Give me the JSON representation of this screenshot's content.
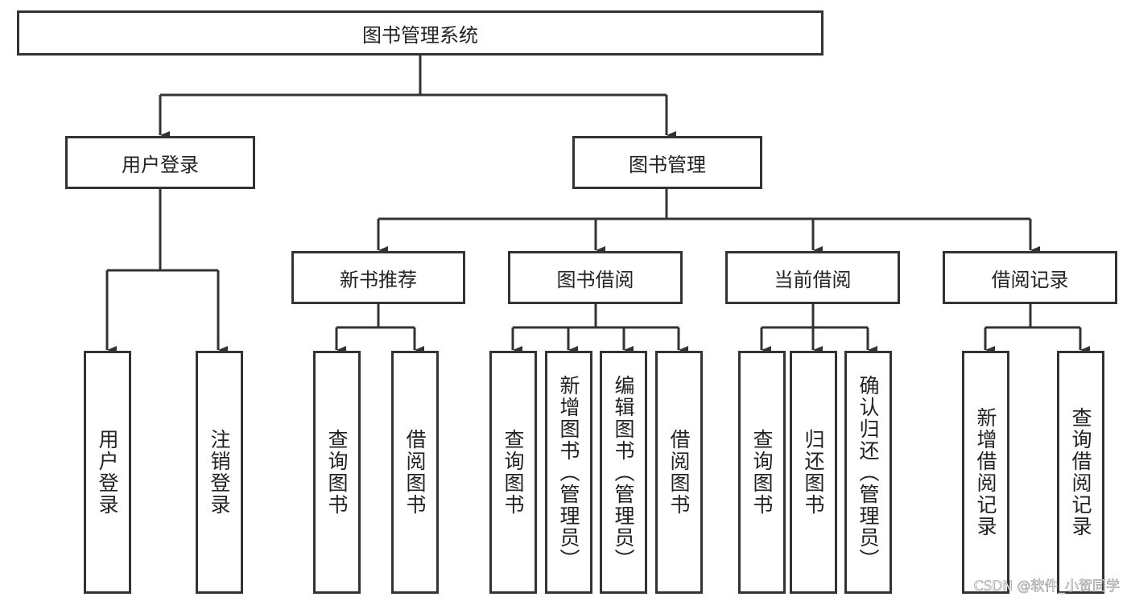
{
  "root": "图书管理系统",
  "level1": [
    "用户登录",
    "图书管理"
  ],
  "user_login_children": [
    "用户登录",
    "注销登录"
  ],
  "book_mgmt_children": [
    {
      "label": "新书推荐",
      "children": [
        "查询图书",
        "借阅图书"
      ]
    },
    {
      "label": "图书借阅",
      "children": [
        "查询图书",
        "新增图书（管理员）",
        "编辑图书（管理员）",
        "借阅图书"
      ]
    },
    {
      "label": "当前借阅",
      "children": [
        "查询图书",
        "归还图书",
        "确认归还（管理员）"
      ]
    },
    {
      "label": "借阅记录",
      "children": [
        "新增借阅记录",
        "查询借阅记录"
      ]
    }
  ],
  "watermark": "CSDN @软件_小贺同学",
  "colors": {
    "stroke": "#333333",
    "background": "#ffffff"
  }
}
